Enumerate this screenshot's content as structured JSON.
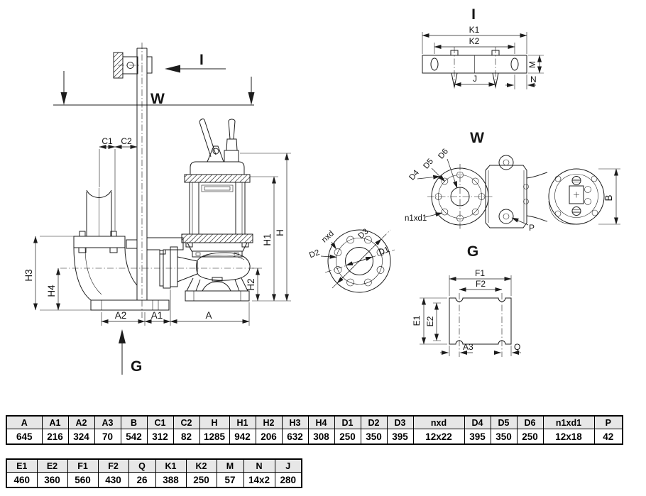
{
  "colors": {
    "line": "#1c1c1c",
    "table_header_bg": "#e7e7e7",
    "table_border": "#000000",
    "background": "#ffffff"
  },
  "drawing": {
    "main": {
      "i": "I",
      "w": "W",
      "g": "G",
      "c1": "C1",
      "c2": "C2",
      "h3": "H3",
      "h4": "H4",
      "a2": "A2",
      "a1": "A1",
      "a": "A",
      "h": "H",
      "h1": "H1",
      "h2": "H2"
    },
    "flange_detail": {
      "nxd": "nxd",
      "d3": "D3",
      "d2": "D2",
      "d1": "D1"
    },
    "view_i": {
      "title": "I",
      "k1": "K1",
      "k2": "K2",
      "j": "J",
      "m": "M",
      "n": "N"
    },
    "view_w": {
      "title": "W",
      "d6": "D6",
      "d5": "D5",
      "d4": "D4",
      "n1xd1": "n1xd1",
      "p": "P",
      "b": "B"
    },
    "view_g": {
      "title": "G",
      "f1": "F1",
      "f2": "F2",
      "e1": "E1",
      "e2": "E2",
      "a3": "A3",
      "q": "Q"
    }
  },
  "tables": {
    "dimensions_main": {
      "headers": [
        "A",
        "A1",
        "A2",
        "A3",
        "B",
        "C1",
        "C2",
        "H",
        "H1",
        "H2",
        "H3",
        "H4",
        "D1",
        "D2",
        "D3",
        "nxd",
        "D4",
        "D5",
        "D6",
        "n1xd1",
        "P"
      ],
      "values": [
        "645",
        "216",
        "324",
        "70",
        "542",
        "312",
        "82",
        "1285",
        "942",
        "206",
        "632",
        "308",
        "250",
        "350",
        "395",
        "12x22",
        "395",
        "350",
        "250",
        "12x18",
        "42"
      ]
    },
    "dimensions_secondary": {
      "headers": [
        "E1",
        "E2",
        "F1",
        "F2",
        "Q",
        "K1",
        "K2",
        "M",
        "N",
        "J"
      ],
      "values": [
        "460",
        "360",
        "560",
        "430",
        "26",
        "388",
        "250",
        "57",
        "14x2",
        "280"
      ]
    }
  }
}
